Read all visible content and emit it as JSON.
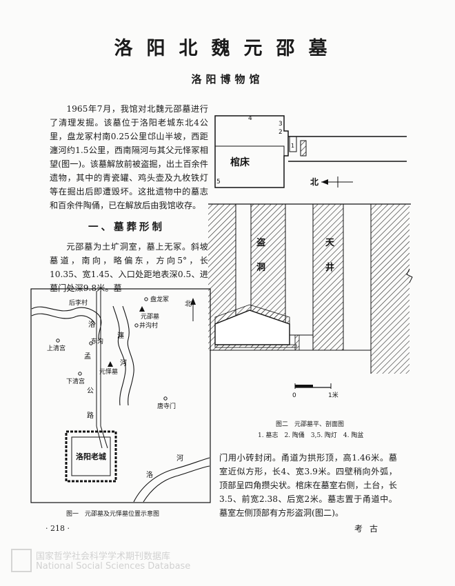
{
  "article": {
    "title": "洛阳北魏元邵墓",
    "author": "洛阳博物馆",
    "intro": "1965年7月，我馆对北魏元邵墓进行了清理发掘。该墓位于洛阳老城东北4公里，盘龙冢村南0.25公里邙山半坡，西距瀍河约1.5公里，西南隔河与其父元怿冢相望(图一)。该墓解放前被盗掘，出土百余件遗物，其中的青瓷罐、鸡头壶及九枚铁灯等在掘出后即遭毁坏。这批遗物中的墓志和百余件陶俑，已在解放后由我馆收存。",
    "section1_heading": "一、墓葬形制",
    "section1_p1": "元邵墓为土圹洞室，墓上无冢。斜坡墓道，南向，略偏东，方向5°，长10.35、宽1.45、入口处距地表深0.5、进墓门处深9.8米。墓",
    "right_col_text": "门用小砖封闭。甬道为拱形顶，高1.46米。墓室近似方形，长4、宽3.9米。四壁稍向外弧，顶部呈四角攒尖状。棺床在墓室右侧，土台，长3.5、前宽2.38、后宽2米。墓志置于甬道中。墓室左侧顶部有方形盗洞(图二)。"
  },
  "figure1": {
    "caption": "图一　元邵墓及元怿墓位置示意图",
    "labels": {
      "north": "北",
      "panlong": "盘龙冢",
      "yuanshao": "元邵墓",
      "houli": "后李村",
      "jinggou": "井沟村",
      "luo": "洛",
      "meng": "孟",
      "shangqing": "上清宫",
      "dongbei": "东沟",
      "chan_river_1": "瀍",
      "chan_river_2": "河",
      "yuanyi": "元怿墓",
      "xiaqing": "下清宫",
      "gong": "公",
      "lu": "路",
      "tangsi": "唐寺门",
      "laocheng": "洛阳老城",
      "luohe_1": "洛",
      "luohe_2": "河"
    }
  },
  "figure2": {
    "caption_title": "图二　元邵墓平、剖面图",
    "caption_legend": "1. 墓志　2. 陶俑　3,5. 陶灯　4. 陶盆",
    "labels": {
      "n4": "4",
      "n3": "3",
      "n2": "2",
      "n1": "1",
      "n5": "5",
      "coffin_bed": "棺床",
      "north": "北",
      "robber_1": "盗",
      "robber_2": "洞",
      "shaft_1": "天",
      "shaft_2": "井",
      "scale_0": "0",
      "scale_1": "1米"
    }
  },
  "footer": {
    "page_number": "· 218 ·",
    "journal": "考古",
    "watermark_cn": "国家哲学社会科学学术期刊数据库",
    "watermark_en": "National Social Sciences Database"
  }
}
